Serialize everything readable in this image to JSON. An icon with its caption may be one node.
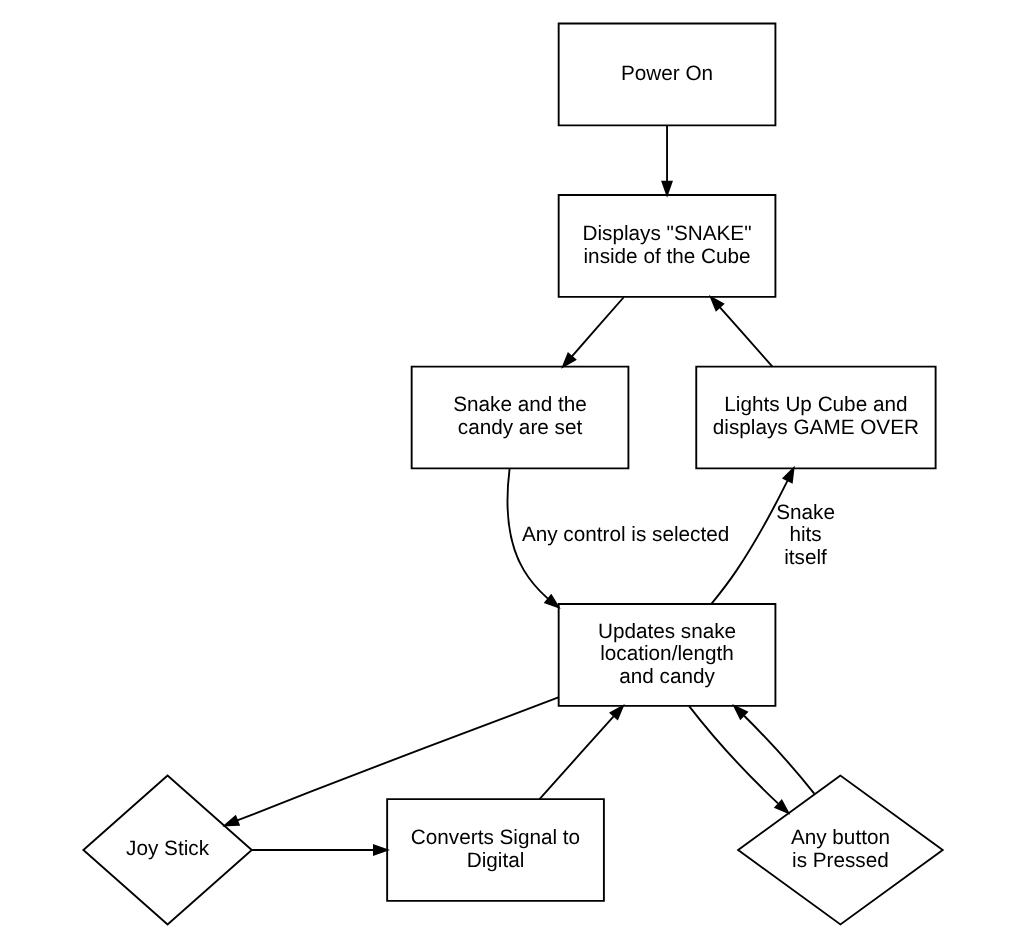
{
  "diagram": {
    "nodes": [
      {
        "text": [
          "Power On"
        ]
      },
      {
        "text": [
          "Displays \"SNAKE\" inside of the Cube"
        ]
      },
      {
        "text": [
          "Snake and the candy are set"
        ]
      },
      {
        "text": [
          "Updates snake location/length and candy"
        ]
      },
      {
        "text": [
          "Lights Up Cube and displays GAME OVER"
        ]
      },
      {
        "text": [
          "Converts Signal to Digital"
        ]
      },
      {
        "text": [
          "Joy Stick"
        ]
      },
      {
        "text": [
          "Any button is Pressed"
        ]
      }
    ],
    "edges": [
      {
        "from": 0,
        "to": 1,
        "arrow": "to"
      },
      {
        "from": 1,
        "to": 2,
        "arrow": "to"
      },
      {
        "from": 2,
        "to": 3,
        "arrow": "to",
        "label": "Any control is selected"
      },
      {
        "from": 3,
        "to": 4,
        "arrow": "to",
        "label": "Snake hits itself"
      },
      {
        "from": 4,
        "to": 1,
        "arrow": "to"
      },
      {
        "from": 3,
        "to": 6,
        "arrow": "to"
      },
      {
        "from": 3,
        "to": 7,
        "arrow": "to"
      },
      {
        "from": 6,
        "to": 5,
        "arrow": "to"
      },
      {
        "from": 5,
        "to": 3,
        "arrow": "to"
      },
      {
        "from": 7,
        "to": 3,
        "arrow": "to"
      }
    ]
  }
}
